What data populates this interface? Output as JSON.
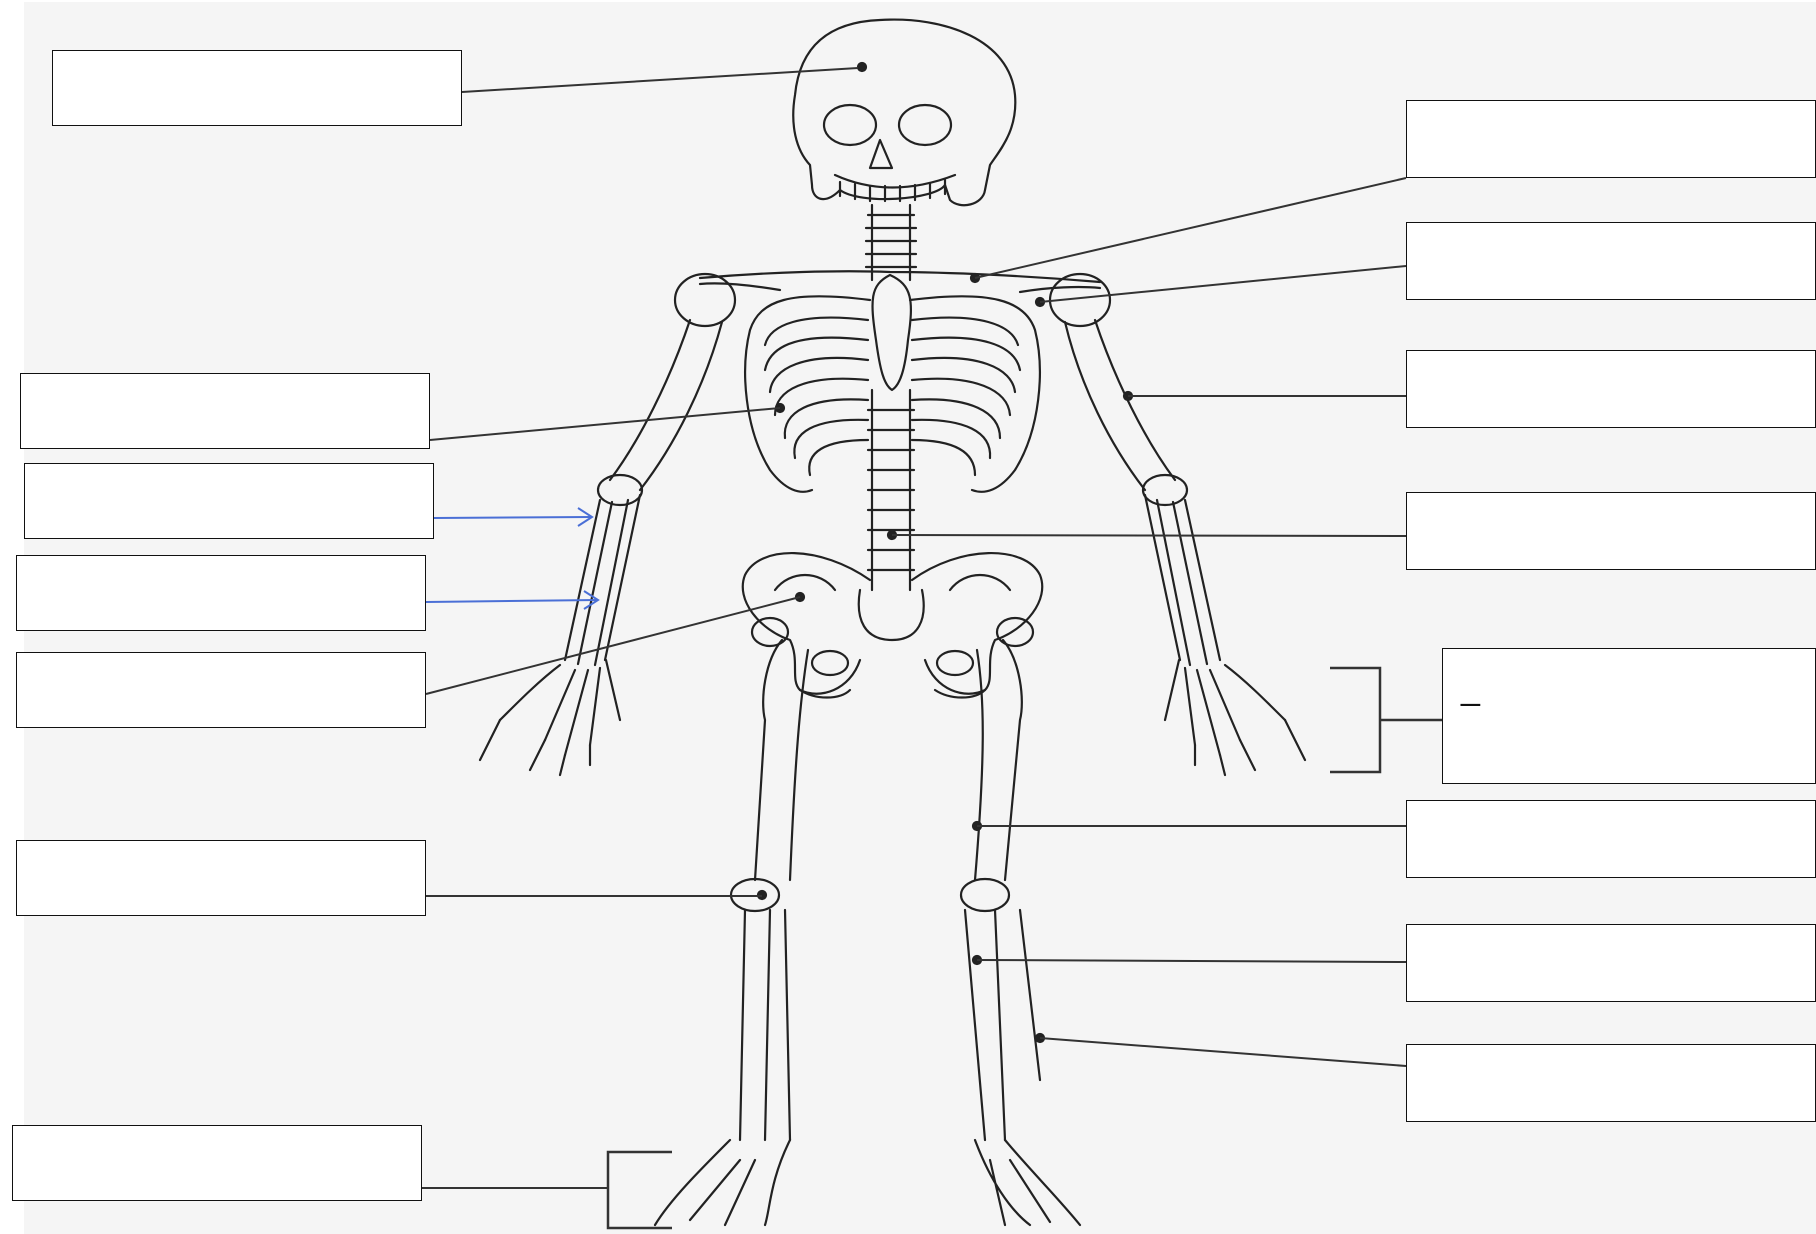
{
  "diagram": {
    "background": "#f5f5f5",
    "line_color": "#333333",
    "arrow_color": "#4a6fd6",
    "hand_label_mark": "_",
    "left_boxes": [
      {
        "id": "skull",
        "value": ""
      },
      {
        "id": "ribs",
        "value": ""
      },
      {
        "id": "radius",
        "value": ""
      },
      {
        "id": "ulna",
        "value": ""
      },
      {
        "id": "pelvis",
        "value": ""
      },
      {
        "id": "patella",
        "value": ""
      },
      {
        "id": "foot",
        "value": ""
      }
    ],
    "right_boxes": [
      {
        "id": "clavicle",
        "value": ""
      },
      {
        "id": "scapula",
        "value": ""
      },
      {
        "id": "humerus",
        "value": ""
      },
      {
        "id": "spine",
        "value": ""
      },
      {
        "id": "hand",
        "value": ""
      },
      {
        "id": "femur",
        "value": ""
      },
      {
        "id": "tibia",
        "value": ""
      },
      {
        "id": "fibula",
        "value": ""
      }
    ]
  }
}
